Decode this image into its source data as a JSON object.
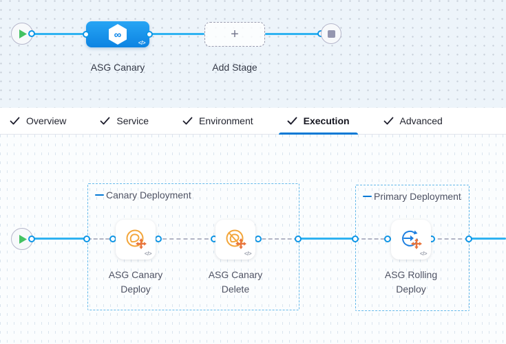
{
  "top_pipeline": {
    "stage_label": "ASG Canary",
    "add_stage_label": "Add Stage",
    "plus": "+",
    "code_glyph": "</>"
  },
  "tabs": [
    {
      "label": "Overview"
    },
    {
      "label": "Service"
    },
    {
      "label": "Environment"
    },
    {
      "label": "Execution"
    },
    {
      "label": "Advanced"
    }
  ],
  "active_tab": "Execution",
  "execution": {
    "code_glyph": "</>",
    "groups": [
      {
        "label": "Canary Deployment",
        "steps": [
          {
            "line1": "ASG Canary",
            "line2": "Deploy"
          },
          {
            "line1": "ASG Canary",
            "line2": "Delete"
          }
        ]
      },
      {
        "label": "Primary Deployment",
        "steps": [
          {
            "line1": "ASG Rolling",
            "line2": "Deploy"
          }
        ]
      }
    ]
  },
  "colors": {
    "accent_blue": "#0278d5",
    "connector_cyan": "#2eb2f1",
    "dot_ring_blue": "#0c95e6",
    "success_green": "#44c262",
    "canary_orange": "#f3a63b",
    "move_arrow_orange": "#e8743c",
    "stage_gradient_top": "#27a5f4",
    "stage_gradient_bottom": "#0c83e2"
  }
}
